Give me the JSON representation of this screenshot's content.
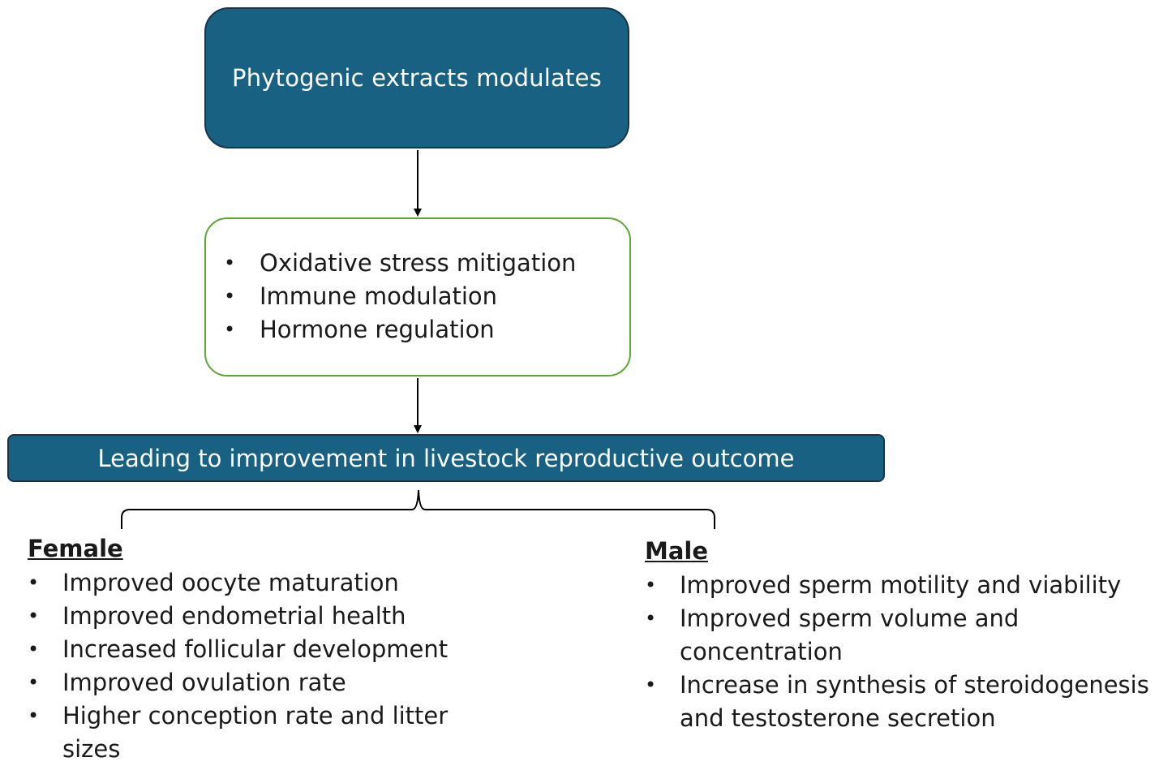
{
  "top_box": {
    "text": "Phytogenic extracts modulates"
  },
  "mechanisms": {
    "items": [
      "Oxidative stress mitigation",
      "Immune modulation",
      "Hormone regulation"
    ]
  },
  "outcome_bar": {
    "text": "Leading to improvement in livestock reproductive outcome"
  },
  "female": {
    "heading": "Female",
    "items": [
      "Improved oocyte maturation",
      "Improved endometrial health",
      "Increased follicular development",
      "Improved ovulation rate",
      "Higher conception rate and litter sizes"
    ]
  },
  "male": {
    "heading": "Male",
    "items": [
      "Improved sperm motility and viability",
      "Improved  sperm volume and concentration",
      "Increase in synthesis of steroidogenesis and testosterone secretion"
    ]
  },
  "colors": {
    "box_fill": "#186182",
    "box_border": "#16354a",
    "mechanism_border": "#5aa832"
  }
}
